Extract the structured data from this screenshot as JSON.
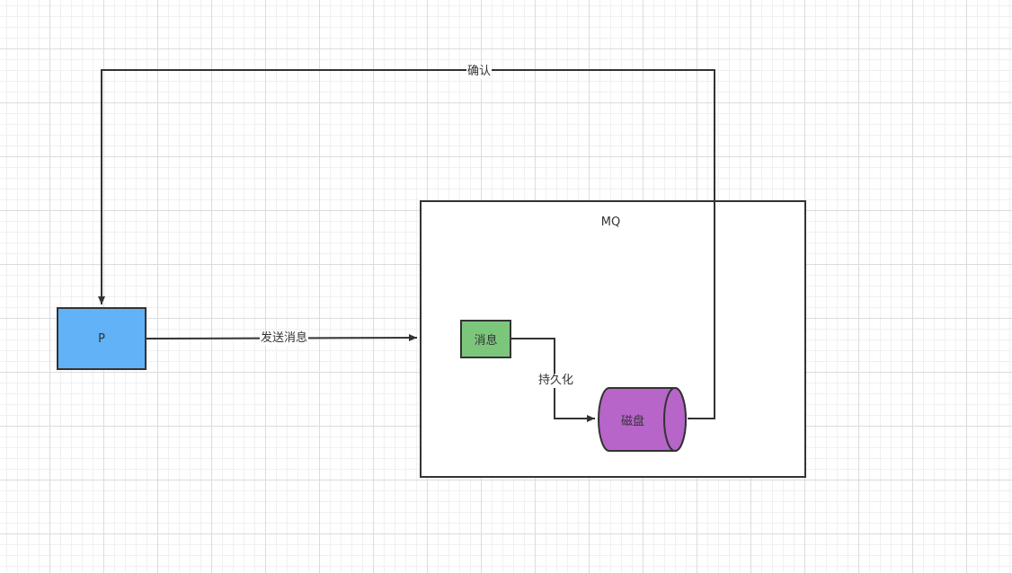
{
  "nodes": {
    "producer": "P",
    "mq": "MQ",
    "message": "消息",
    "disk": "磁盘"
  },
  "edges": {
    "send": "发送消息",
    "persist": "持久化",
    "confirm": "确认"
  },
  "colors": {
    "producer_fill": "#61b2f7",
    "message_fill": "#7cc67c",
    "disk_fill": "#b765c9",
    "stroke": "#333333"
  }
}
